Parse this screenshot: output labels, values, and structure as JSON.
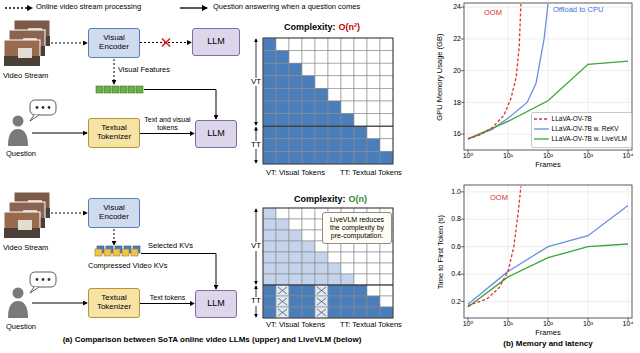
{
  "diagram": {
    "nodes": [
      {
        "text": [
          "Visual Encoder"
        ]
      },
      {
        "text": [
          "LLM"
        ]
      },
      {
        "text": [
          "Textual Tokenizer"
        ]
      },
      {
        "text": [
          "LLM"
        ]
      },
      {
        "text": [
          "Visual Encoder"
        ]
      },
      {
        "text": [
          "Textual Tokenizer"
        ]
      },
      {
        "text": [
          "LLM"
        ]
      },
      {
        "text": [
          "LiveVLM reduces the complexity by pre-computation."
        ]
      }
    ],
    "edges": [
      {
        "from": 0,
        "to": 1,
        "arrow": "to"
      },
      {
        "from": 2,
        "to": 3,
        "label": "Text and visual tokens",
        "arrow": "to"
      },
      {
        "from": 5,
        "to": 6,
        "label": "Text tokens",
        "arrow": "to"
      }
    ],
    "labels": [
      "Video Stream",
      "Visual Features",
      "Question",
      "Complexity:",
      "O(n²)",
      "VT",
      "TT",
      "VT: Visual Tokens",
      "TT: Textual Tokens",
      "Video Stream",
      "Compressed Video KVs",
      "Selected KVs",
      "Question",
      "Complexity:",
      "O(n)",
      "VT",
      "TT",
      "VT: Visual Tokens",
      "TT: Textual Tokens",
      "(a) Comparison between SoTA online video LLMs (upper) and LiveVLM (below)",
      "GPU Memory Usage (GB)",
      "24",
      "22",
      "20",
      "18",
      "16",
      "10⁰",
      "10¹",
      "10²",
      "10³",
      "10⁴",
      "Frames",
      "OOM",
      "Offload to CPU",
      "Time to First Token (s)",
      "1.0",
      "0.8",
      "0.6",
      "0.4",
      "0.2",
      "10⁰",
      "10¹",
      "10²",
      "10³",
      "10⁴",
      "Frames",
      "OOM",
      "(b) Memory and latency"
    ],
    "legend": [
      {
        "text": "Online video stream processing"
      },
      {
        "text": "Question answering when a question comes"
      },
      {
        "text": "LLaVA-OV-7B"
      },
      {
        "text": "LLaVA-OV-7B w. ReKV"
      },
      {
        "text": "LLaVA-OV-7B w. LiveVLM"
      }
    ]
  }
}
